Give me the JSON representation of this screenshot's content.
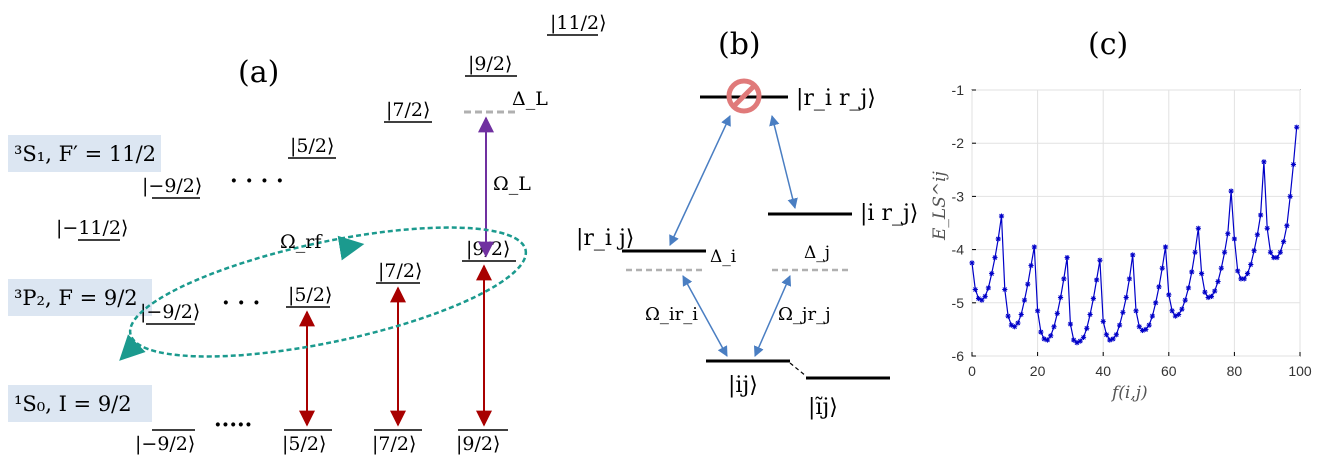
{
  "panel_labels": {
    "a": "(a)",
    "b": "(b)",
    "c": "(c)"
  },
  "colors": {
    "level": "#000000",
    "virtual_level": "#b0b0b0",
    "label_box": "#dce6f2",
    "red_arrow": "#a80000",
    "purple_arrow": "#7030a0",
    "teal_loop": "#1b9a8e",
    "blue_arrow": "#4a7ec2",
    "blockade": "#e07a7a",
    "plot_line": "#0000c8"
  },
  "panel_a": {
    "manifolds": {
      "s1": "³S₁, F′ = 11/2",
      "p2": "³P₂, F = 9/2",
      "s0": "¹S₀, I = 9/2"
    },
    "s1_states": [
      "|−11/2⟩",
      "|−9/2⟩",
      "|5/2⟩",
      "|7/2⟩",
      "|9/2⟩",
      "|11/2⟩"
    ],
    "p2_states": [
      "|−9/2⟩",
      "|5/2⟩",
      "|7/2⟩",
      "|9/2⟩"
    ],
    "s0_states": [
      "|−9/2⟩",
      "|5/2⟩",
      "|7/2⟩",
      "|9/2⟩"
    ],
    "dots_s1": "· · · ·",
    "dots_p2": "· · ·",
    "dots_s0": "·····",
    "omega_rf": "Ω_rf",
    "omega_L": "Ω_L",
    "delta_L": "Δ_L"
  },
  "panel_b": {
    "ket_riRj": "|r_i r_j⟩",
    "ket_rij": "|r_i j⟩",
    "ket_irj": "|i r_j⟩",
    "ket_ij": "|ij⟩",
    "ket_ij_tilde": "|ĩj⟩",
    "delta_i": "Δ_i",
    "delta_j": "Δ_j",
    "omega_ir": "Ω_ir_i",
    "omega_jr": "Ω_jr_j"
  },
  "chart_data": {
    "type": "line",
    "xlabel": "f(i,j)",
    "ylabel": "E_LS^ij",
    "xlim": [
      0,
      100
    ],
    "ylim": [
      -6,
      -1
    ],
    "xticks": [
      0,
      20,
      40,
      60,
      80,
      100
    ],
    "yticks": [
      -1,
      -2,
      -3,
      -4,
      -5,
      -6
    ],
    "grid": true,
    "marker": "asterisk",
    "series": [
      {
        "x": [
          0,
          1,
          2,
          3,
          4,
          5,
          6,
          7,
          8,
          9,
          10,
          11,
          12,
          13,
          14,
          15,
          16,
          17,
          18,
          19,
          20,
          21,
          22,
          23,
          24,
          25,
          26,
          27,
          28,
          29,
          30,
          31,
          32,
          33,
          34,
          35,
          36,
          37,
          38,
          39,
          40,
          41,
          42,
          43,
          44,
          45,
          46,
          47,
          48,
          49,
          50,
          51,
          52,
          53,
          54,
          55,
          56,
          57,
          58,
          59,
          60,
          61,
          62,
          63,
          64,
          65,
          66,
          67,
          68,
          69,
          70,
          71,
          72,
          73,
          74,
          75,
          76,
          77,
          78,
          79,
          80,
          81,
          82,
          83,
          84,
          85,
          86,
          87,
          88,
          89,
          90,
          91,
          92,
          93,
          94,
          95,
          96,
          97,
          98,
          99
        ],
        "y": [
          -4.25,
          -4.75,
          -4.92,
          -4.95,
          -4.88,
          -4.72,
          -4.45,
          -4.15,
          -3.8,
          -3.37,
          -4.75,
          -5.25,
          -5.42,
          -5.45,
          -5.38,
          -5.22,
          -4.95,
          -4.65,
          -4.3,
          -3.95,
          -5.15,
          -5.55,
          -5.68,
          -5.7,
          -5.62,
          -5.45,
          -5.2,
          -4.9,
          -4.55,
          -4.15,
          -5.4,
          -5.7,
          -5.75,
          -5.72,
          -5.65,
          -5.48,
          -5.22,
          -4.92,
          -4.57,
          -4.2,
          -5.35,
          -5.6,
          -5.7,
          -5.68,
          -5.6,
          -5.42,
          -5.18,
          -4.9,
          -4.55,
          -4.1,
          -5.15,
          -5.45,
          -5.52,
          -5.5,
          -5.42,
          -5.25,
          -5.0,
          -4.7,
          -4.35,
          -3.95,
          -4.85,
          -5.15,
          -5.25,
          -5.22,
          -5.12,
          -4.95,
          -4.72,
          -4.42,
          -4.05,
          -3.6,
          -4.45,
          -4.8,
          -4.9,
          -4.88,
          -4.78,
          -4.6,
          -4.35,
          -4.05,
          -3.7,
          -2.9,
          -3.8,
          -4.4,
          -4.55,
          -4.55,
          -4.45,
          -4.28,
          -4.02,
          -3.72,
          -3.35,
          -2.35,
          -3.6,
          -4.05,
          -4.15,
          -4.15,
          -4.05,
          -3.85,
          -3.55,
          -3.0,
          -2.4,
          -1.7
        ]
      }
    ]
  }
}
